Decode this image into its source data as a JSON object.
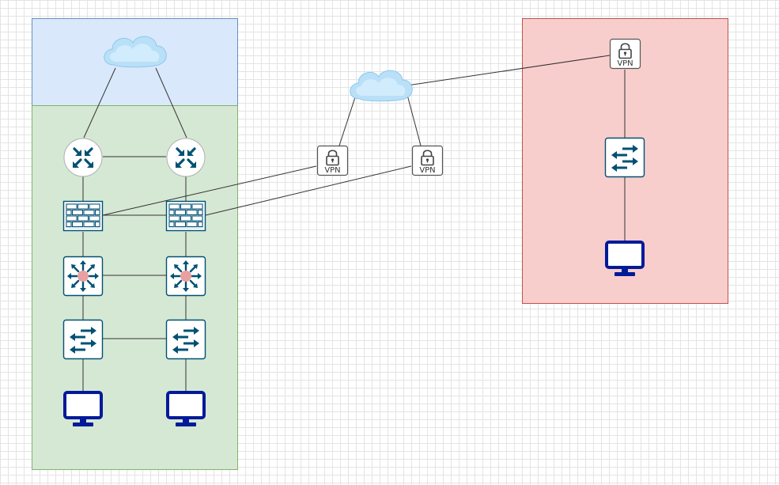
{
  "diagram": {
    "colors": {
      "internet_zone_fill": "#dae8fc",
      "internet_zone_stroke": "#6c8ebf",
      "lan_zone_fill": "#d5e8d4",
      "lan_zone_stroke": "#82b366",
      "remote_zone_fill": "#f8cecc",
      "remote_zone_stroke": "#b85450",
      "device_blue": "#005073",
      "monitor_blue": "#001a99",
      "core_hub": "#e8a0a0",
      "link": "#333333"
    },
    "labels": {
      "vpn_center_left": "VPN",
      "vpn_center_right": "VPN",
      "vpn_remote": "VPN"
    },
    "icons": {
      "cloud": "cloud-icon",
      "router": "router-icon",
      "firewall": "firewall-icon",
      "core_switch": "layer3-switch-icon",
      "switch": "switch-icon",
      "monitor": "monitor-icon",
      "vpn": "vpn-lock-icon"
    }
  }
}
